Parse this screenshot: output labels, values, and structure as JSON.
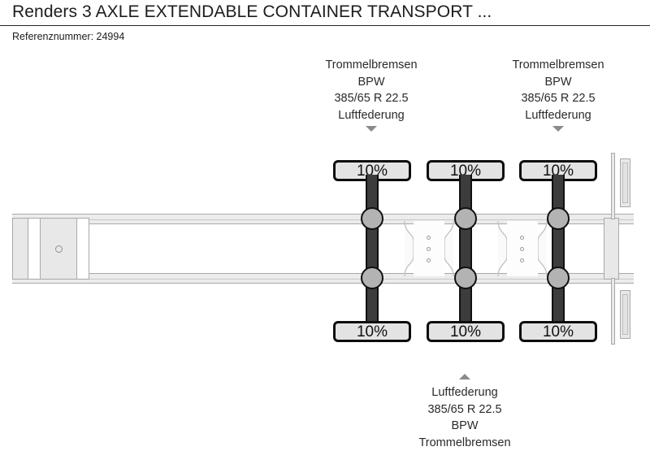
{
  "header": {
    "title": "Renders 3 AXLE EXTENDABLE CONTAINER TRANSPORT ...",
    "reference_label": "Referenznummer: 24994"
  },
  "annotations": {
    "axle_top_left": {
      "lines": [
        "Trommelbremsen",
        "BPW",
        "385/65 R 22.5",
        "Luftfederung"
      ],
      "marker": "caret-down-icon"
    },
    "axle_top_right": {
      "lines": [
        "Trommelbremsen",
        "BPW",
        "385/65 R 22.5",
        "Luftfederung"
      ],
      "marker": "caret-down-icon"
    },
    "axle_bottom": {
      "lines": [
        "Luftfederung",
        "385/65 R 22.5",
        "BPW",
        "Trommelbremsen"
      ],
      "marker": "caret-up-icon"
    }
  },
  "diagram": {
    "vehicle_type": "3-axle extendable container transport semi-trailer (top view)",
    "axles": [
      {
        "id": "axle-1",
        "top_badge": "10%",
        "bottom_badge": "10%"
      },
      {
        "id": "axle-2",
        "top_badge": "10%",
        "bottom_badge": "10%"
      },
      {
        "id": "axle-3",
        "top_badge": "10%",
        "bottom_badge": "10%"
      }
    ],
    "colors": {
      "badge_fill": "#e3e3e3",
      "badge_border": "#0d0d0d",
      "axle_shaft": "#3c3c3c",
      "wheel_hub": "#b3b3b3",
      "chassis_rail": "#ececec",
      "chassis_outline": "#a9a9a9",
      "marker_gray": "#8b8b8b",
      "text": "#1c1c1c"
    }
  }
}
